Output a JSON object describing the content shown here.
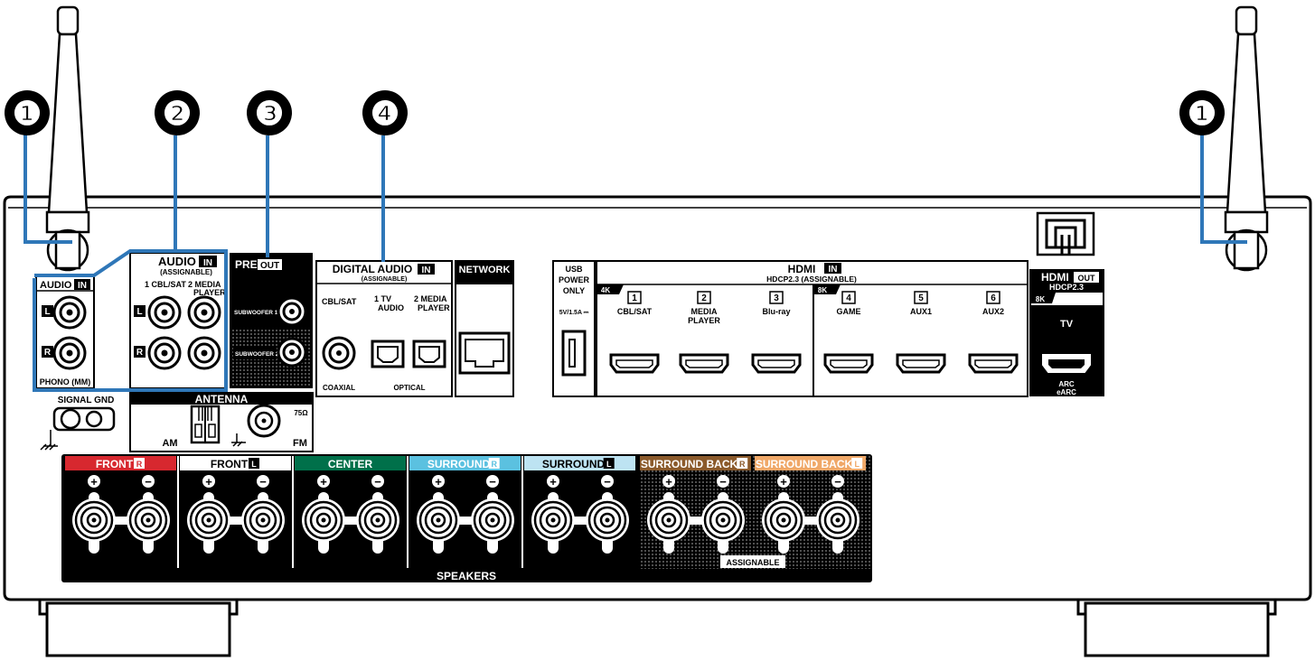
{
  "callouts": [
    "❶",
    "❷",
    "❸",
    "❹",
    "❶"
  ],
  "audio_in": {
    "title": "AUDIO",
    "in_badge": "IN",
    "assignable": "(ASSIGNABLE)",
    "ch1": "1 CBL/SAT",
    "ch2": "2  MEDIA",
    "ch2b": "PLAYER",
    "phono_title": "AUDIO",
    "phono_in": "IN",
    "phono_label": "PHONO (MM)",
    "left": "L",
    "right": "R"
  },
  "pre_out": {
    "title": "PRE",
    "out_badge": "OUT",
    "sub1": "SUBWOOFER 1",
    "sub2": "SUBWOOFER 2"
  },
  "signal_gnd": "SIGNAL GND",
  "antenna": {
    "title": "ANTENNA",
    "am": "AM",
    "fm": "FM",
    "ohm": "75Ω"
  },
  "digital_audio": {
    "title": "DIGITAL AUDIO",
    "in_badge": "IN",
    "assignable": "(ASSIGNABLE)",
    "cbl": "CBL/SAT",
    "tv1": "1   TV",
    "tv2": "AUDIO",
    "mp1": "2 MEDIA",
    "mp2": "PLAYER",
    "coaxial": "COAXIAL",
    "optical": "OPTICAL"
  },
  "network": "NETWORK",
  "usb": {
    "l1": "USB",
    "l2": "POWER",
    "l3": "ONLY",
    "rating": "5V/1.5A ⎓"
  },
  "hdmi_in": {
    "title": "HDMI",
    "in_badge": "IN",
    "subtitle": "HDCP2.3  (ASSIGNABLE)",
    "badge4k": "4K",
    "badge8k": "8K",
    "inputs": [
      {
        "num": "1",
        "name": "CBL/SAT",
        "name2": ""
      },
      {
        "num": "2",
        "name": "MEDIA",
        "name2": "PLAYER"
      },
      {
        "num": "3",
        "name": "Blu-ray",
        "name2": ""
      },
      {
        "num": "4",
        "name": "GAME",
        "name2": ""
      },
      {
        "num": "5",
        "name": "AUX1",
        "name2": ""
      },
      {
        "num": "6",
        "name": "AUX2",
        "name2": ""
      }
    ]
  },
  "hdmi_out": {
    "title": "HDMI",
    "out_badge": "OUT",
    "hdcp": "HDCP2.3",
    "badge8k": "8K",
    "tv": "TV",
    "arc": "ARC",
    "earc": "eARC"
  },
  "speakers": {
    "title": "SPEAKERS",
    "assignable": "ASSIGNABLE",
    "plus": "+",
    "minus": "−",
    "channels": [
      {
        "label": "FRONT",
        "side": "R",
        "color": "#d7282f"
      },
      {
        "label": "FRONT",
        "side": "L",
        "color": "#ffffff"
      },
      {
        "label": "CENTER",
        "side": "",
        "color": "#00704a"
      },
      {
        "label": "SURROUND",
        "side": "R",
        "color": "#5bc1e0"
      },
      {
        "label": "SURROUND",
        "side": "L",
        "color": "#bde3f2"
      },
      {
        "label": "SURROUND BACK",
        "side": "R",
        "color": "#8b5a2b"
      },
      {
        "label": "SURROUND BACK",
        "side": "L",
        "color": "#f0a868"
      }
    ]
  },
  "colors": {
    "callout_line": "#2f77b8",
    "panel": "#000000"
  }
}
